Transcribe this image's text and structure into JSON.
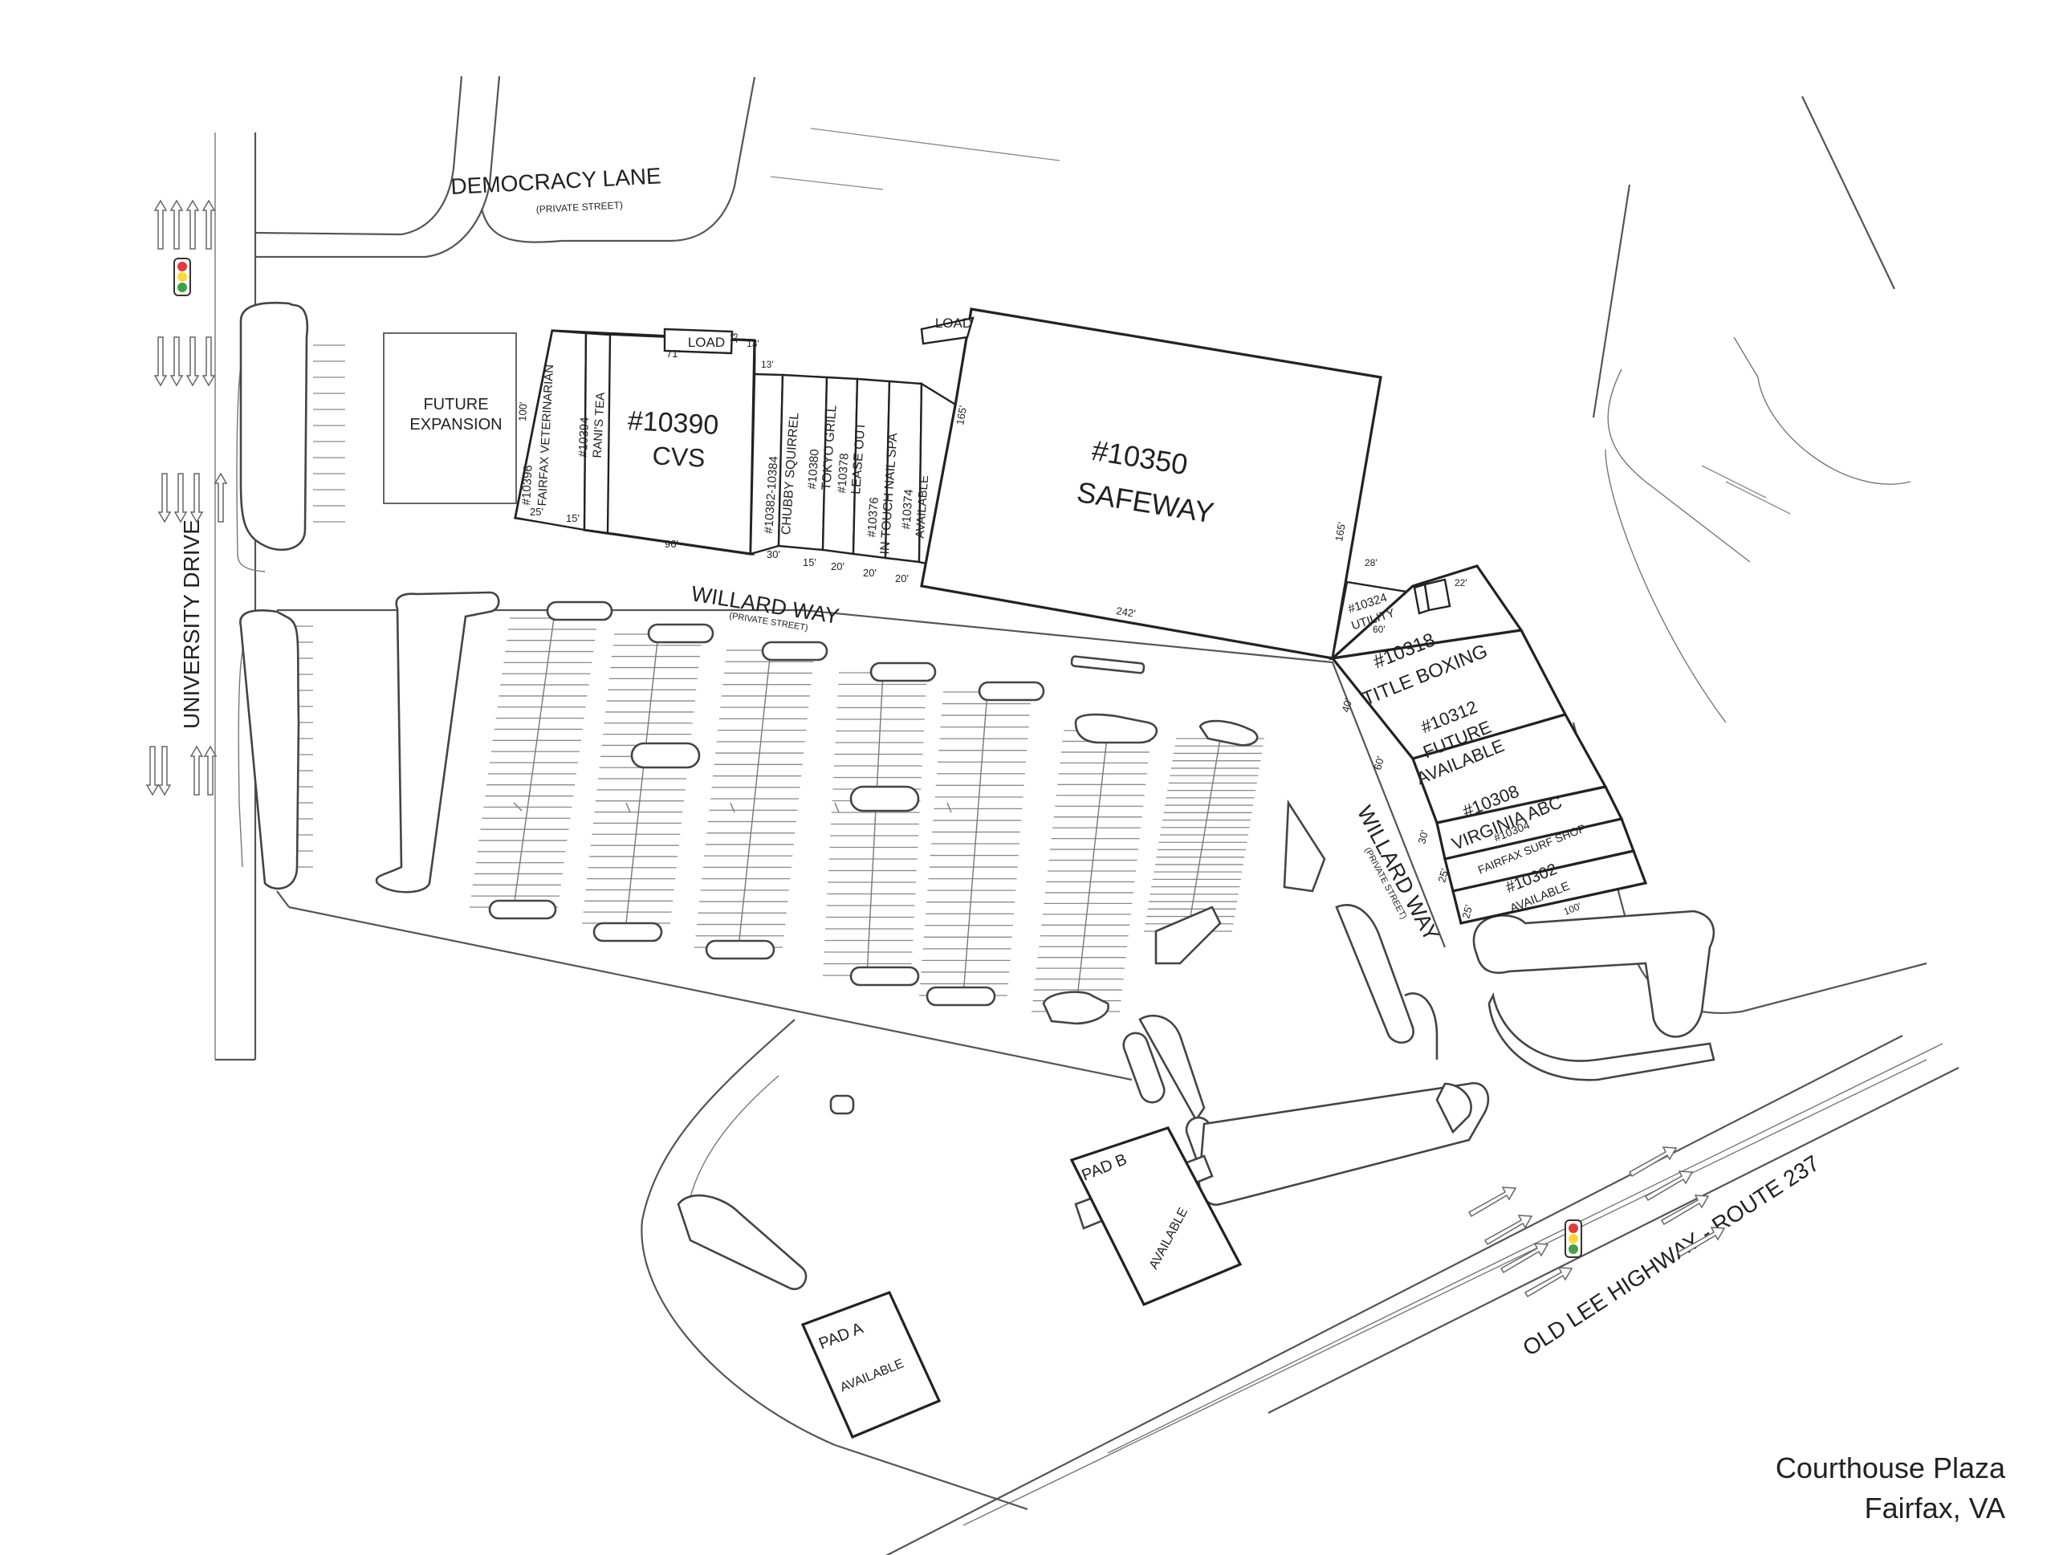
{
  "streets": {
    "democracy_lane": "DEMOCRACY LANE",
    "democracy_private": "(PRIVATE STREET)",
    "university_drive": "UNIVERSITY   DRIVE",
    "willard_way": "WILLARD WAY",
    "willard_private": "(PRIVATE STREET)",
    "willard_way_2": "WILLARD WAY",
    "willard_private_2": "(PRIVATE STREET)",
    "old_lee_highway": "OLD LEE HIGHWAY - ROUTE 237"
  },
  "zones": {
    "future_expansion_1": "FUTURE",
    "future_expansion_2": "EXPANSION",
    "load_1": "LOAD",
    "load_2": "LOAD"
  },
  "tenants": {
    "t10396_num": "#10396",
    "t10396_name": "FAIRFAX VETERINARIAN",
    "t10394_num": "#10394",
    "t10394_name": "RANI'S TEA",
    "t10390_num": "#10390",
    "t10390_name": "CVS",
    "t10382_num": "#10382-10384",
    "t10382_name": "CHUBBY SQUIRREL",
    "t10380_num": "#10380",
    "t10380_name": "TOKYO GRILL",
    "t10378_num": "#10378",
    "t10378_name": "LEASE OUT",
    "t10376_num": "#10376",
    "t10376_name": "IN TOUCH NAIL SPA",
    "t10374_num": "#10374",
    "t10374_name": "AVAILABLE",
    "t10350_num": "#10350",
    "t10350_name": "SAFEWAY",
    "t10324_num": "#10324",
    "t10324_name": "UTILITY",
    "t10318_num": "#10318",
    "t10318_name": "TITLE BOXING",
    "t10312_num": "#10312",
    "t10312_name1": "FUTURE",
    "t10312_name2": "AVAILABLE",
    "t10308_num": "#10308",
    "t10308_name": "VIRGINIA ABC",
    "t10304_num": "#10304",
    "t10304_name": "FAIRFAX SURF SHOP",
    "t10302_num": "#10302",
    "t10302_name": "AVAILABLE",
    "pad_a": "PAD A",
    "pad_a_status": "AVAILABLE",
    "pad_b": "PAD B",
    "pad_b_status": "AVAILABLE"
  },
  "dimensions": {
    "d100": "100'",
    "d25": "25'",
    "d15": "15'",
    "d71": "71'",
    "d96": "96'",
    "d13a": "13'",
    "d13b": "13'",
    "d13c": "13'",
    "d30": "30'",
    "d15b": "15'",
    "d20a": "20'",
    "d20b": "20'",
    "d20c": "20'",
    "d165a": "165'",
    "d165b": "165'",
    "d242": "242'",
    "d28": "28'",
    "d60a": "60'",
    "d22": "22'",
    "d40": "40'",
    "d60b": "60'",
    "d30b": "30'",
    "d25b": "25'",
    "d25c": "25'",
    "d100b": "100'"
  },
  "signals": {
    "red": "#e53935",
    "yellow": "#fdd835",
    "green": "#43a047"
  },
  "caption": {
    "name": "Courthouse Plaza",
    "location": "Fairfax, VA"
  }
}
